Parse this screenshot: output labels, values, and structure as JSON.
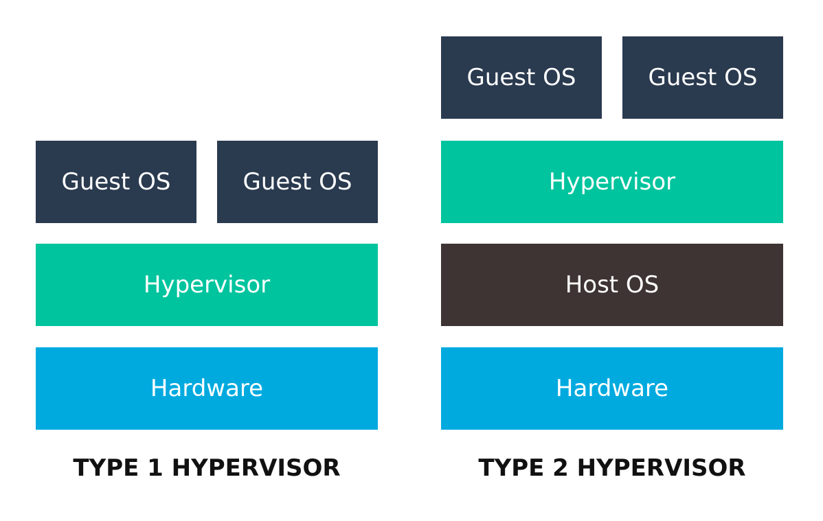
{
  "type1": {
    "guest_os_1": "Guest OS",
    "guest_os_2": "Guest OS",
    "hypervisor": "Hypervisor",
    "hardware": "Hardware",
    "caption": "TYPE 1 HYPERVISOR"
  },
  "type2": {
    "guest_os_1": "Guest OS",
    "guest_os_2": "Guest OS",
    "hypervisor": "Hypervisor",
    "host_os": "Host OS",
    "hardware": "Hardware",
    "caption": "TYPE 2 HYPERVISOR"
  },
  "colors": {
    "guest_os": "#2a3a4f",
    "hypervisor": "#00c49e",
    "host_os": "#3e3433",
    "hardware": "#00aadf",
    "caption_text": "#111111",
    "block_text": "#ffffff"
  }
}
